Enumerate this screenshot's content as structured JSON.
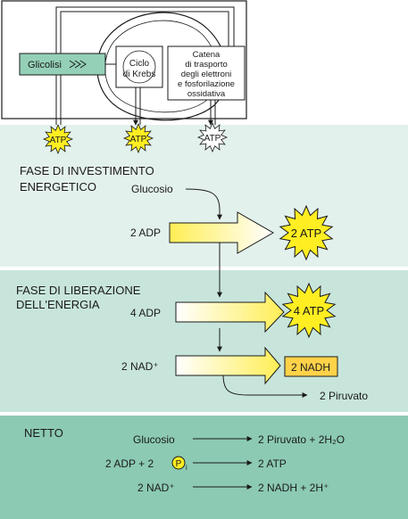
{
  "colors": {
    "band_top": "#e3f1ec",
    "band_middle": "#c8e5dc",
    "band_net": "#8ccab4",
    "divider": "#ffffff",
    "arrow_yellow": "#ffee55",
    "arrow_white": "#ffffff",
    "burst_yellow": "#ffee22",
    "nadh_box": "#ffd24a",
    "glycolysis_box": "#94d0b8",
    "line": "#1a1a1a"
  },
  "overview": {
    "glycolysis_label": "Glicolisi",
    "krebs_label_1": "Ciclo",
    "krebs_label_2": "di Krebs",
    "chain_lines": [
      "Catena",
      "di trasporto",
      "degli elettroni",
      "e fosforilazione",
      "ossidativa"
    ],
    "atp_bursts": [
      "ATP",
      "ATP",
      "ATP"
    ]
  },
  "investment": {
    "title_1": "FASE DI INVESTIMENTO",
    "title_2": "ENERGETICO",
    "glucose": "Glucosio",
    "adp": "2 ADP",
    "atp": "2 ATP"
  },
  "release": {
    "title_1": "FASE DI LIBERAZIONE",
    "title_2": "DELL'ENERGIA",
    "adp": "4 ADP",
    "atp": "4 ATP",
    "nad": "2 NAD⁺",
    "nadh": "2 NADH",
    "pyruvate": "2 Piruvato"
  },
  "net": {
    "title": "NETTO",
    "row1_left": "Glucosio",
    "row1_right": "2 Piruvato + 2H₂O",
    "row2_left": "2 ADP + 2",
    "row2_circle": "P",
    "row2_sub": "i",
    "row2_right": "2 ATP",
    "row3_left": "2 NAD⁺",
    "row3_right": "2 NADH + 2H⁺"
  }
}
